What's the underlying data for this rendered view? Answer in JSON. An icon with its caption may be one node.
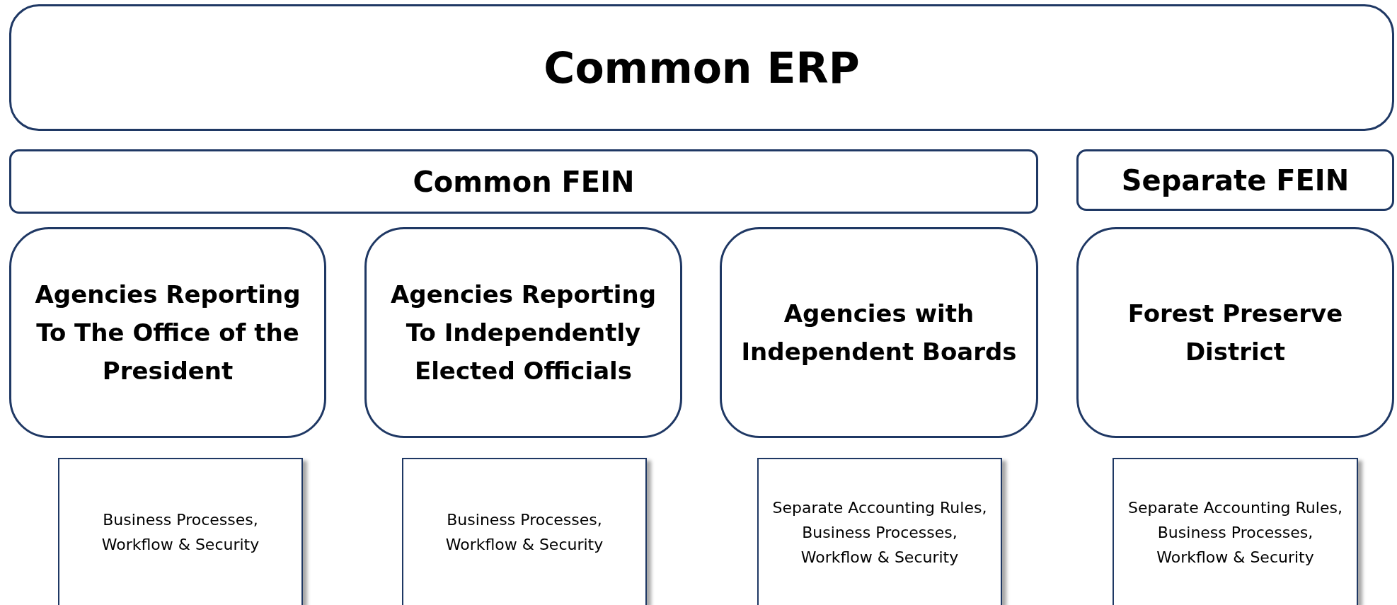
{
  "diagram": {
    "nodes": [
      {
        "text": [
          "Common ERP"
        ]
      },
      {
        "text": [
          "Common FEIN"
        ]
      },
      {
        "text": [
          "Separate FEIN"
        ]
      },
      {
        "text": [
          "Agencies Reporting To The Office of the President"
        ]
      },
      {
        "text": [
          "Agencies Reporting To Independently Elected Officials"
        ]
      },
      {
        "text": [
          "Agencies with Independent Boards"
        ]
      },
      {
        "text": [
          "Forest Preserve District"
        ]
      },
      {
        "text": [
          "Business Processes, Workflow & Security"
        ]
      },
      {
        "text": [
          "Business Processes, Workflow & Security"
        ]
      },
      {
        "text": [
          "Separate Accounting Rules, Business Processes, Workflow & Security"
        ]
      },
      {
        "text": [
          "Separate Accounting Rules, Business Processes, Workflow & Security"
        ]
      }
    ]
  }
}
